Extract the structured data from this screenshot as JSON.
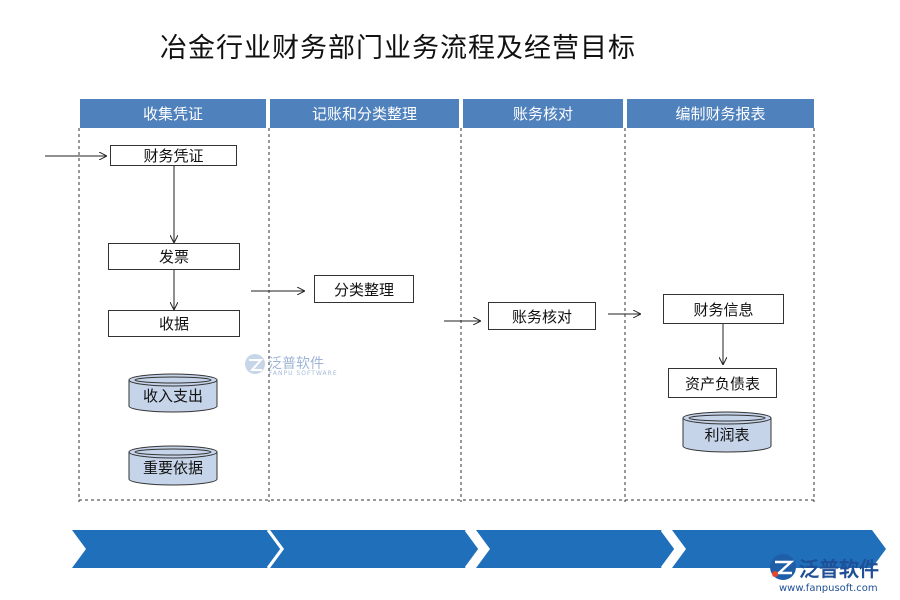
{
  "title": "冶金行业财务部门业务流程及经营目标",
  "lanes": [
    {
      "label": "收集凭证"
    },
    {
      "label": "记账和分类整理"
    },
    {
      "label": "账务核对"
    },
    {
      "label": "编制财务报表"
    }
  ],
  "nodes": {
    "voucher": "财务凭证",
    "invoice": "发票",
    "receipt": "收据",
    "income_expense": "收入支出",
    "important_basis": "重要依据",
    "classify": "分类整理",
    "reconcile": "账务核对",
    "fin_info": "财务信息",
    "balance_sheet": "资产负债表",
    "profit_table": "利润表"
  },
  "watermark_center": {
    "text": "泛普软件",
    "sub": "FANPU SOFTWARE"
  },
  "watermark_corner": {
    "text": "泛普软件",
    "url": "www.fanpusoft.com"
  },
  "colors": {
    "header": "#4f81bd",
    "chevron": "#1f6fba",
    "cylinder": "#c6d4ea"
  }
}
